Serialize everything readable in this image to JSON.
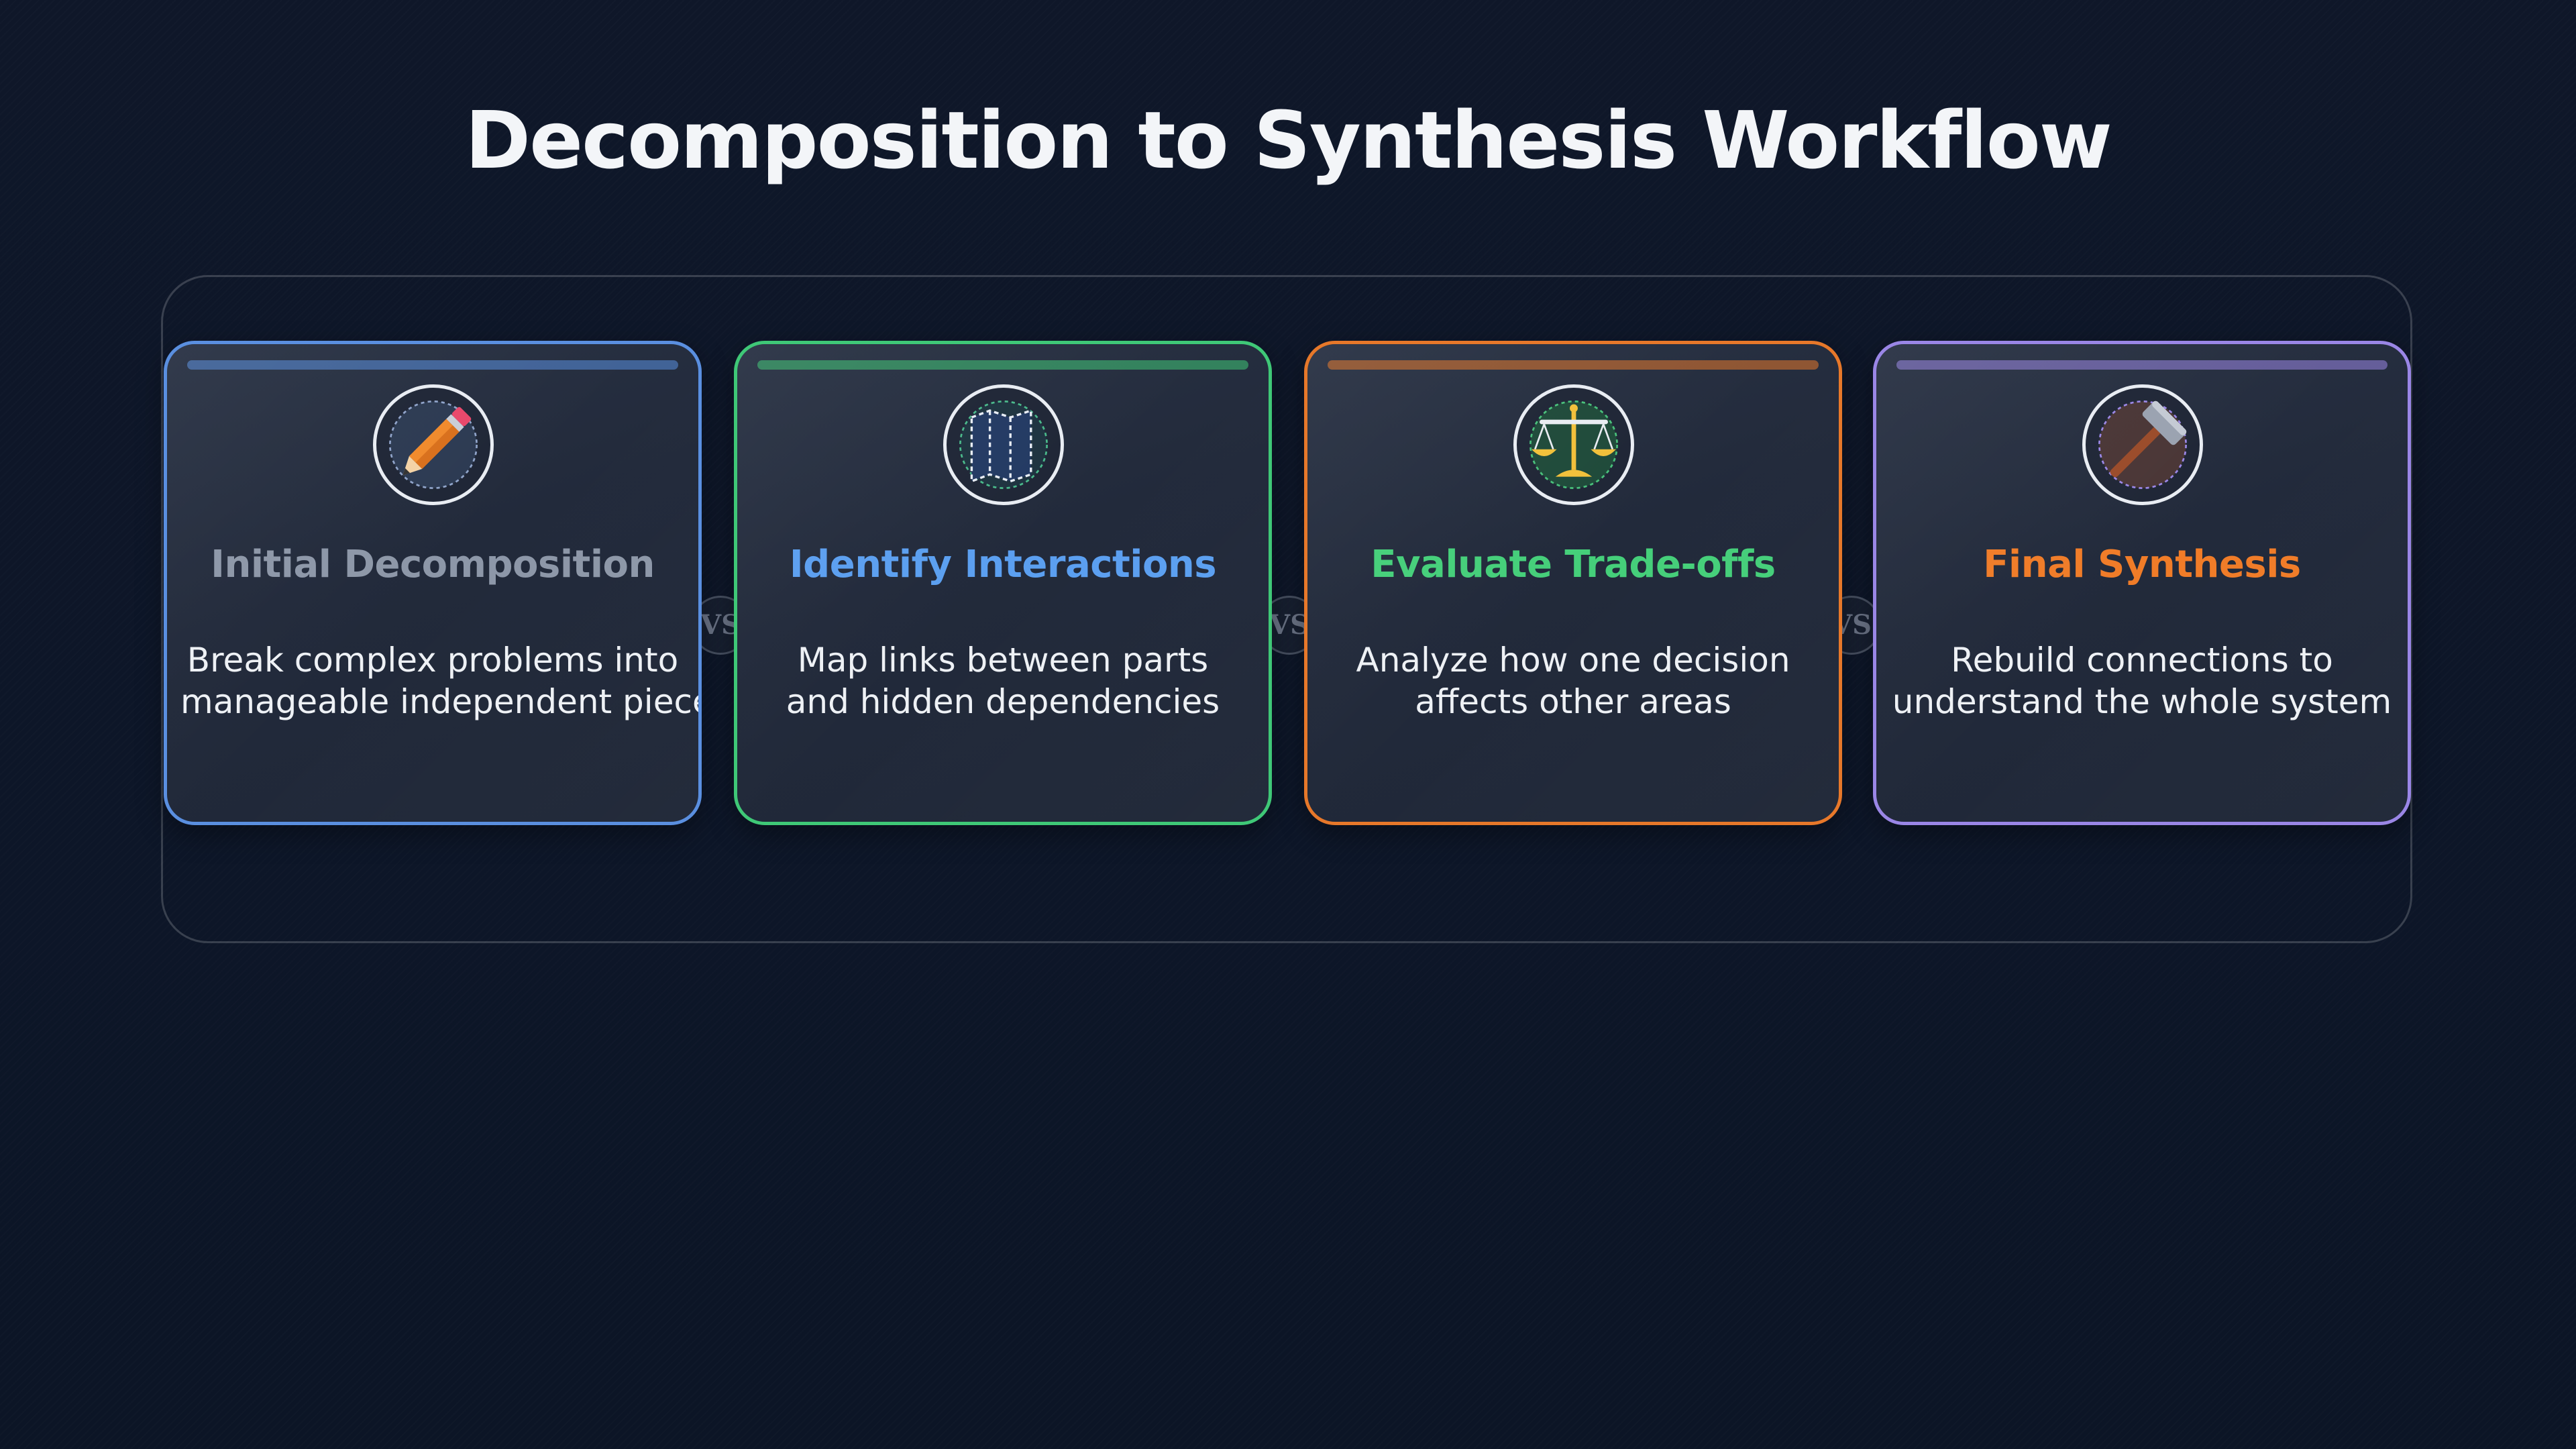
{
  "title": "Decomposition to Synthesis Workflow",
  "connector_label": "VS",
  "steps": [
    {
      "heading": "Initial Decomposition",
      "desc_line1": "Break complex problems into",
      "desc_line2": "manageable independent pieces",
      "icon": "pencil-icon",
      "border_color": "#5a8fe0",
      "heading_color": "#8d97a8"
    },
    {
      "heading": "Identify Interactions",
      "desc_line1": "Map links between parts",
      "desc_line2": "and hidden dependencies",
      "icon": "map-icon",
      "border_color": "#3fc877",
      "heading_color": "#5b9ff0"
    },
    {
      "heading": "Evaluate Trade-offs",
      "desc_line1": "Analyze how one decision",
      "desc_line2": "affects other areas",
      "icon": "scales-icon",
      "border_color": "#e7782a",
      "heading_color": "#45cf7a"
    },
    {
      "heading": "Final Synthesis",
      "desc_line1": "Rebuild connections to",
      "desc_line2": "understand the whole system",
      "icon": "hammer-icon",
      "border_color": "#9a86e6",
      "heading_color": "#f07c28"
    }
  ]
}
